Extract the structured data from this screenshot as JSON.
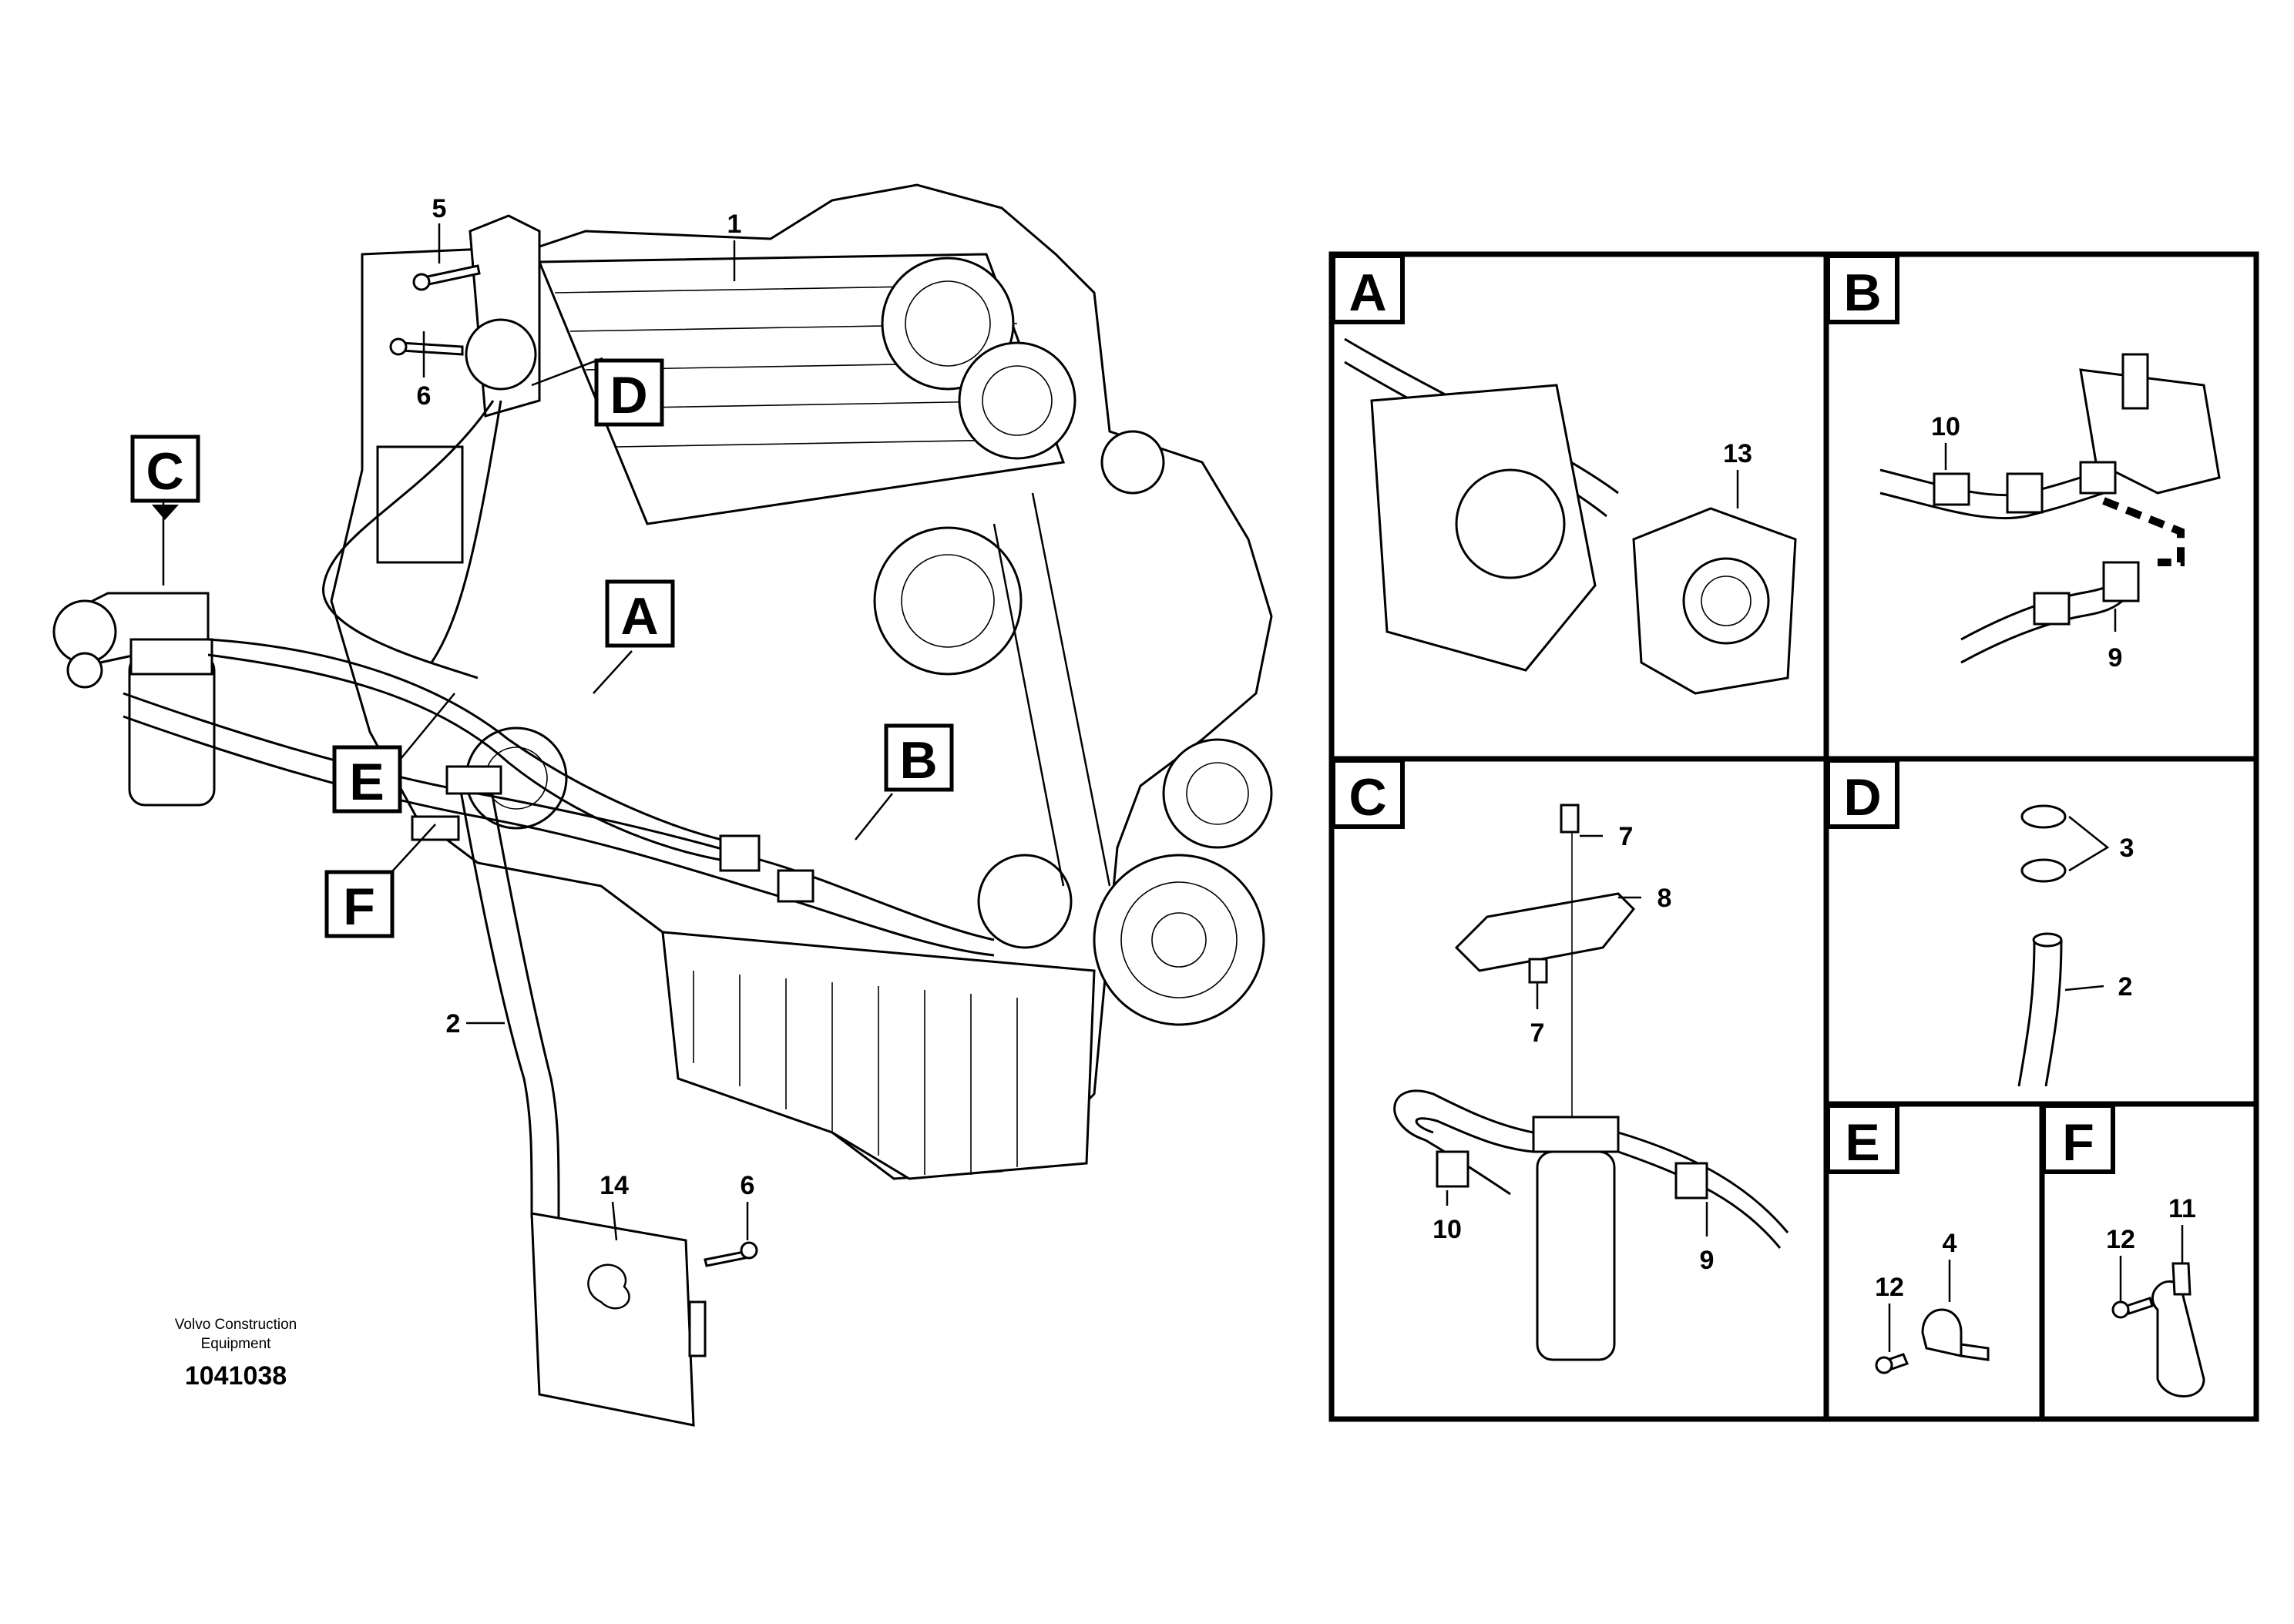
{
  "diagram": {
    "brand_line1": "Volvo Construction",
    "brand_line2": "Equipment",
    "document_number": "1041038",
    "main_callouts": {
      "c": "C",
      "d": "D",
      "a": "A",
      "b": "B",
      "e": "E",
      "f": "F"
    },
    "main_part_numbers": {
      "p1": "1",
      "p5": "5",
      "p6_top": "6",
      "p2": "2",
      "p14": "14",
      "p6_bottom": "6"
    },
    "panels": {
      "a": {
        "letter": "A",
        "parts": [
          "13"
        ]
      },
      "b": {
        "letter": "B",
        "parts": [
          "10",
          "9"
        ]
      },
      "c": {
        "letter": "C",
        "parts": [
          "7",
          "8",
          "7",
          "10",
          "9"
        ]
      },
      "d": {
        "letter": "D",
        "parts": [
          "3",
          "2"
        ]
      },
      "e": {
        "letter": "E",
        "parts": [
          "4",
          "12"
        ]
      },
      "f": {
        "letter": "F",
        "parts": [
          "11",
          "12"
        ]
      }
    }
  }
}
